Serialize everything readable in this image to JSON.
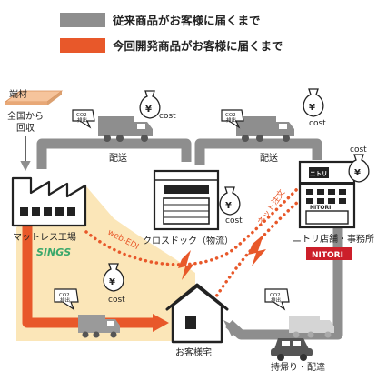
{
  "legend": {
    "conventional": "従来商品がお客様に届くまで",
    "new_product": "今回開発商品がお客様に届くまで"
  },
  "labels": {
    "scrap_material": "端材",
    "collection_line1": "全国から",
    "collection_line2": "回収",
    "factory": "マットレス工場",
    "factory_brand": "SINGS",
    "cross_dock": "クロスドック（物流）",
    "store": "ニトリ店舗・事務所",
    "store_brand": "NITORI",
    "store_sign_top": "ニトリ",
    "store_sign_bottom": "NITORI",
    "customer_home": "お客様宅",
    "delivery": "配送",
    "delivery2": "配送",
    "takeout_delivery": "持帰り・配達",
    "web_edi": "web-EDI",
    "online_order": "ネット注文"
  },
  "badges": {
    "co2_line1": "CO2",
    "co2_line2": "排出",
    "yen": "¥",
    "cost": "cost"
  },
  "colors": {
    "conventional": "#8e8e8e",
    "new_product": "#e8582a",
    "highlight_zone": "#fbe3b0",
    "ink": "#222222",
    "store_brand_bg": "#cc1f2a"
  }
}
